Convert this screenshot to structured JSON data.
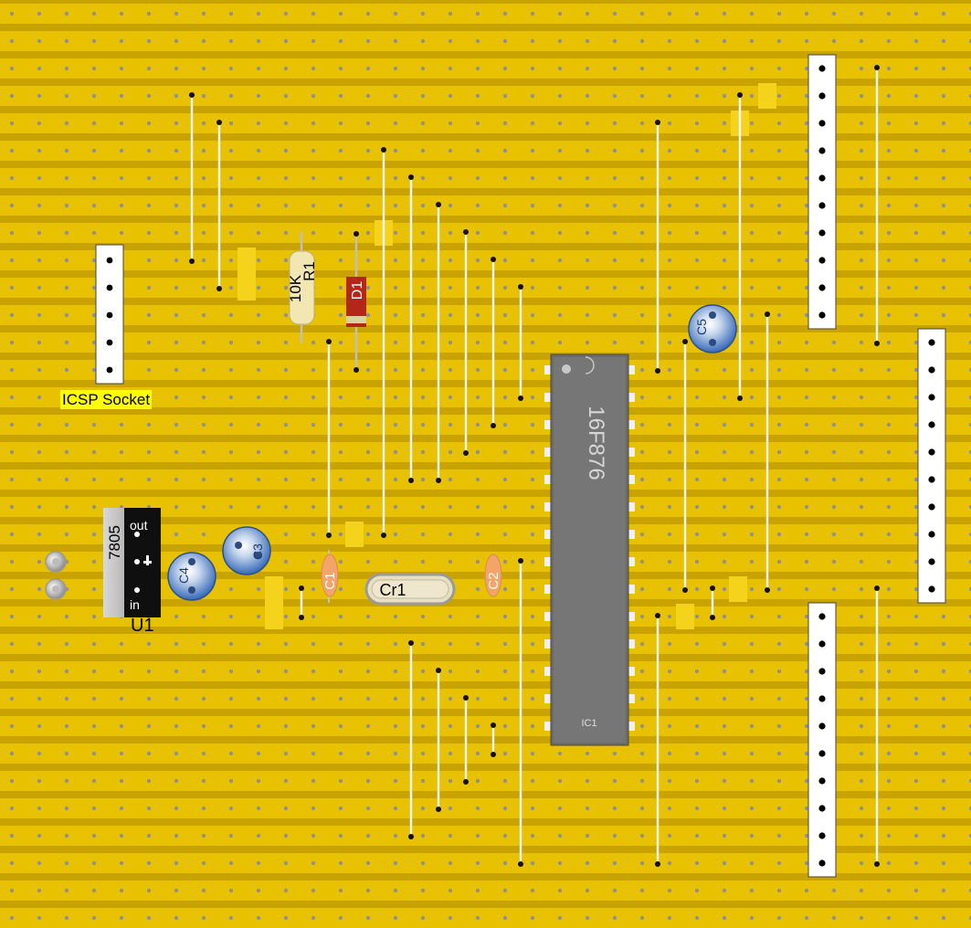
{
  "board": {
    "strip_color": "#e8c200",
    "board_color": "#c9a300",
    "hole_color": "#8a8f9c"
  },
  "labels": {
    "icsp": "ICSP Socket",
    "u1": "U1"
  },
  "components": {
    "r1": {
      "value": "10K",
      "ref": "R1"
    },
    "d1": {
      "ref": "D1"
    },
    "c1": {
      "ref": "C1"
    },
    "c2": {
      "ref": "C2"
    },
    "c3": {
      "ref": "C3"
    },
    "c4": {
      "ref": "C4"
    },
    "c5": {
      "ref": "C5"
    },
    "cr1": {
      "ref": "Cr1"
    },
    "u1": {
      "part": "7805",
      "pin_out": "out",
      "pin_in": "in"
    },
    "ic1": {
      "part": "16F876",
      "ref": "IC1"
    }
  },
  "icons": [
    "vero-strip",
    "wire-link",
    "header-socket",
    "electrolytic-capacitor-icon",
    "ceramic-capacitor-icon",
    "crystal-icon",
    "regulator-icon",
    "dip-ic-icon",
    "power-terminal-icon"
  ]
}
